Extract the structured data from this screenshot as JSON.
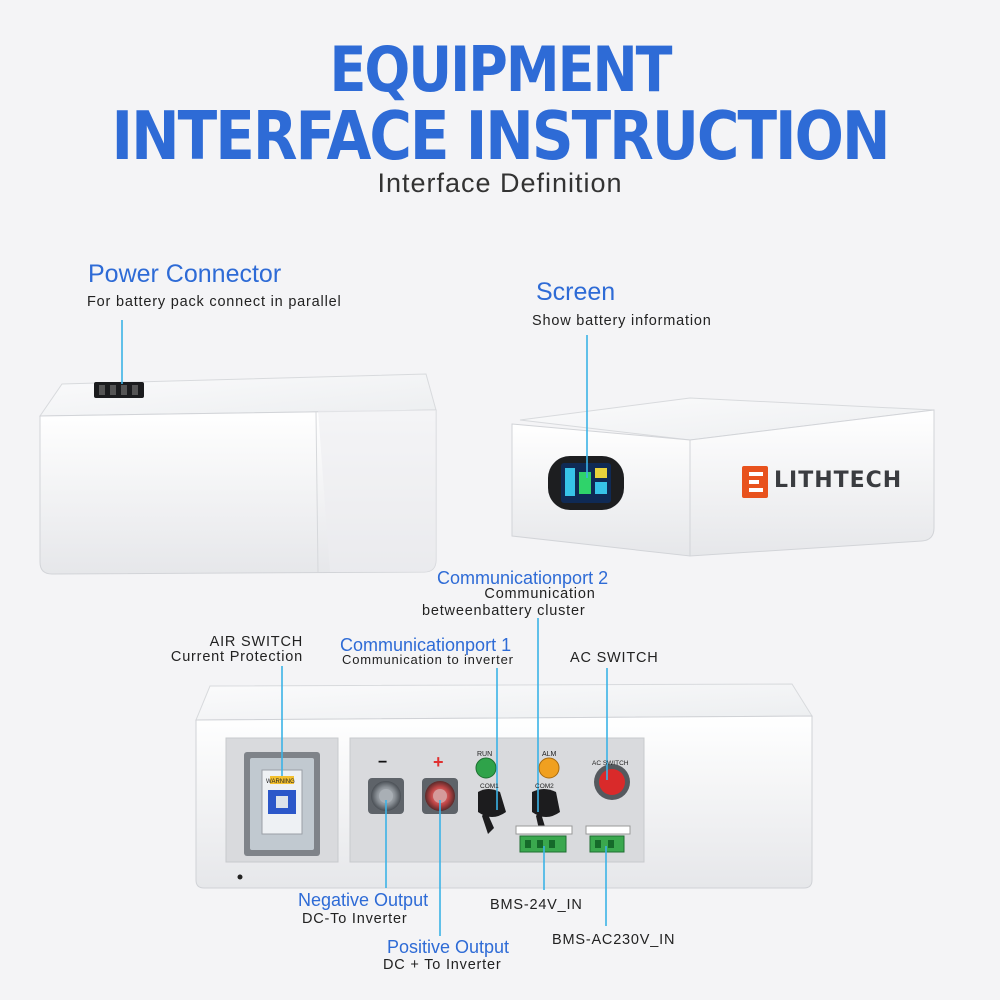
{
  "header": {
    "title_line1": "EQUIPMENT",
    "title_line2": "INTERFACE INSTRUCTION",
    "subtitle": "Interface Definition"
  },
  "callouts": {
    "power_connector": {
      "title": "Power Connector",
      "desc": "For battery pack connect in parallel"
    },
    "screen": {
      "title": "Screen",
      "desc": "Show battery information"
    },
    "comm_port_2": {
      "title": "Communicationport 2",
      "desc_line1": "Communication",
      "desc_line2": "betweenbattery cluster"
    },
    "comm_port_1": {
      "title": "Communicationport 1",
      "desc": "Communication to inverter"
    },
    "air_switch": {
      "title": "AIR SWITCH",
      "desc": "Current Protection"
    },
    "ac_switch": {
      "title": "AC SWITCH"
    },
    "negative_output": {
      "title": "Negative Output",
      "desc": "DC-To Inverter"
    },
    "positive_output": {
      "title": "Positive Output",
      "desc": "DC + To Inverter"
    },
    "bms_24v": {
      "title": "BMS-24V_IN"
    },
    "bms_ac230v": {
      "title": "BMS-AC230V_IN"
    }
  },
  "panel_labels": {
    "run": "RUN",
    "alm": "ALM",
    "com1": "COM1",
    "com2": "COM2",
    "ac_switch": "AC SWITCH",
    "minus": "−",
    "plus": "+",
    "warning": "WARNING"
  },
  "brand": {
    "logo_text": "LITHTECH"
  },
  "colors": {
    "accent": "#2e6bd6",
    "leader": "#3bb3e6",
    "led_run": "#2fa34a",
    "led_alm": "#f0a020",
    "ac_button": "#d92a2a"
  }
}
